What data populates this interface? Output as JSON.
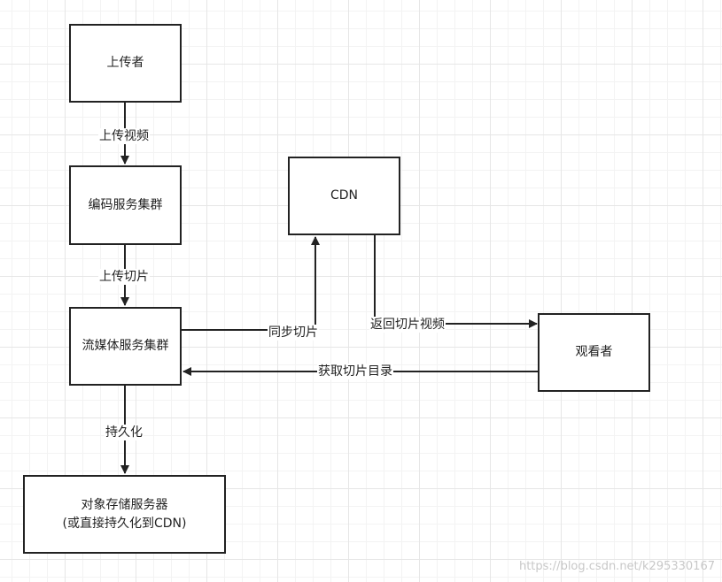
{
  "nodes": {
    "uploader": "上传者",
    "encoder": "编码服务集群",
    "streaming": "流媒体服务集群",
    "cdn": "CDN",
    "viewer": "观看者",
    "storage_line1": "对象存储服务器",
    "storage_line2": "(或直接持久化到CDN)"
  },
  "edges": {
    "upload_video": "上传视频",
    "upload_slices": "上传切片",
    "sync_slices": "同步切片",
    "return_slice_video": "返回切片视频",
    "get_slice_catalog": "获取切片目录",
    "persist": "持久化"
  },
  "watermark": "https://blog.csdn.net/k295330167"
}
